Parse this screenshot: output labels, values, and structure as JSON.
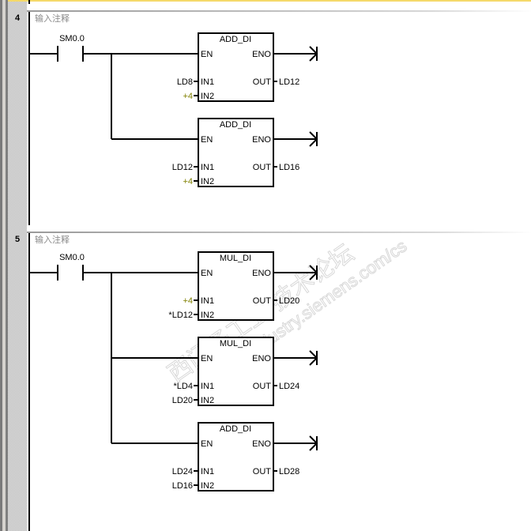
{
  "networks": [
    {
      "number": "4",
      "comment": "输入注释",
      "contact": "SM0.0",
      "boxes": [
        {
          "title": "ADD_DI",
          "en": "EN",
          "eno": "ENO",
          "in1_label": "IN1",
          "in2_label": "IN2",
          "out_label": "OUT",
          "in1": "LD8",
          "in1_const": false,
          "in2": "+4",
          "in2_const": true,
          "out": "LD12"
        },
        {
          "title": "ADD_DI",
          "en": "EN",
          "eno": "ENO",
          "in1_label": "IN1",
          "in2_label": "IN2",
          "out_label": "OUT",
          "in1": "LD12",
          "in1_const": false,
          "in2": "+4",
          "in2_const": true,
          "out": "LD16"
        }
      ]
    },
    {
      "number": "5",
      "comment": "输入注释",
      "contact": "SM0.0",
      "boxes": [
        {
          "title": "MUL_DI",
          "en": "EN",
          "eno": "ENO",
          "in1_label": "IN1",
          "in2_label": "IN2",
          "out_label": "OUT",
          "in1": "+4",
          "in1_const": true,
          "in2": "*LD12",
          "in2_const": false,
          "out": "LD20"
        },
        {
          "title": "MUL_DI",
          "en": "EN",
          "eno": "ENO",
          "in1_label": "IN1",
          "in2_label": "IN2",
          "out_label": "OUT",
          "in1": "*LD4",
          "in1_const": false,
          "in2": "LD20",
          "in2_const": false,
          "out": "LD24"
        },
        {
          "title": "ADD_DI",
          "en": "EN",
          "eno": "ENO",
          "in1_label": "IN1",
          "in2_label": "IN2",
          "out_label": "OUT",
          "in1": "LD24",
          "in1_const": false,
          "in2": "LD16",
          "in2_const": false,
          "out": "LD28"
        }
      ]
    }
  ],
  "watermark": {
    "line1": "西门子工业 技术论坛",
    "line2": "support.industry.siemens.com/cs"
  },
  "colors": {
    "constant": "#808000",
    "top_border": "#f5d96a",
    "gutter": "#c8c8c8"
  }
}
